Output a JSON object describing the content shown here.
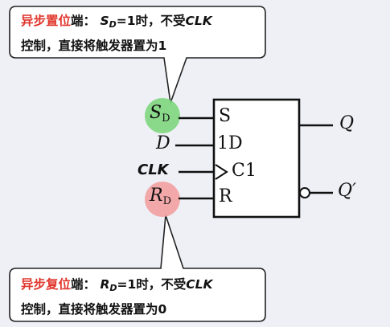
{
  "set_callout": {
    "title": "异步置位",
    "suffix": "端：",
    "signal": "S",
    "signal_sub": "D",
    "condition": "=1时，不受",
    "clk": "CLK",
    "line2": "控制，直接将触发器置为1"
  },
  "reset_callout": {
    "title": "异步复位",
    "suffix": "端：",
    "signal": "R",
    "signal_sub": "D",
    "condition": "=1时，不受",
    "clk": "CLK",
    "line2": "控制，直接将触发器置为0"
  },
  "inputs": {
    "sd_main": "S",
    "sd_sub": "D",
    "d": "D",
    "clk": "CLK",
    "rd_main": "R",
    "rd_sub": "D"
  },
  "box_pins": {
    "s": "S",
    "d": "1D",
    "c": "C1",
    "r": "R"
  },
  "outputs": {
    "q": "Q",
    "q_not": "Q′"
  },
  "colors": {
    "set_highlight": "#7ed67e",
    "reset_highlight": "#f2a0a0",
    "title_red": "#e0352b",
    "background": "#eef0f6"
  }
}
